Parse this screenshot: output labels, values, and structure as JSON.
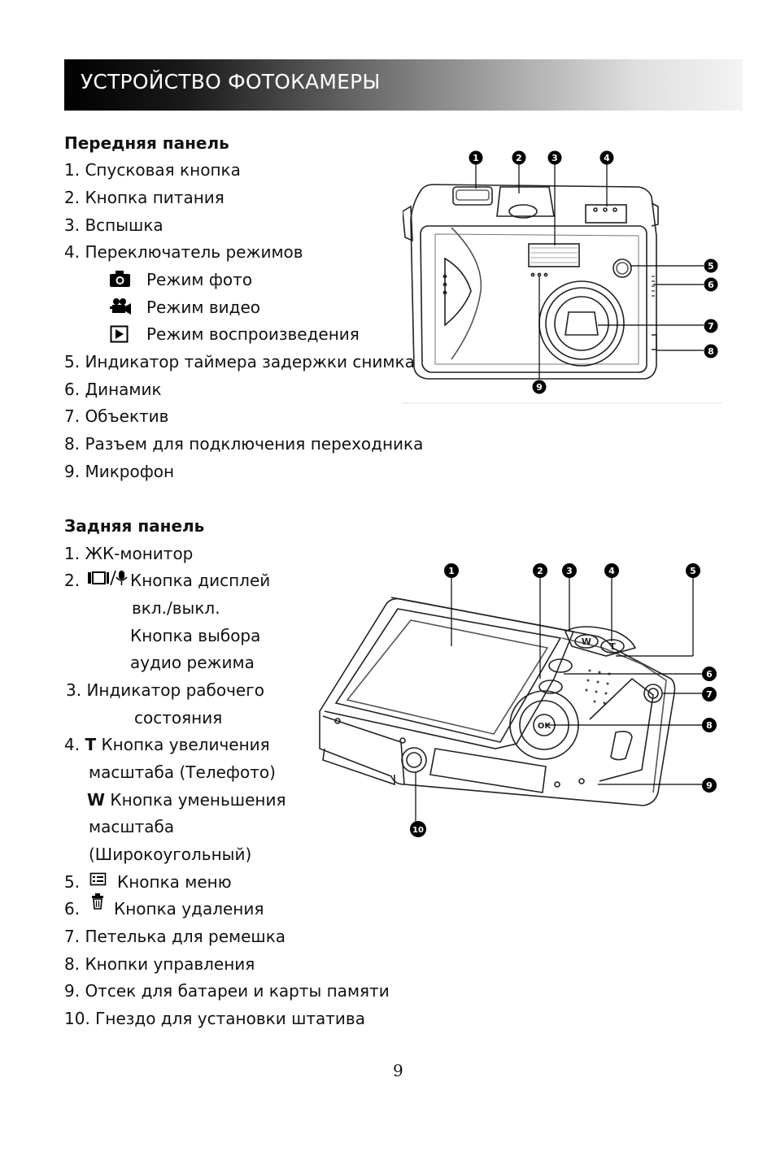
{
  "banner": {
    "title": "УСТРОЙСТВО ФОТОКАМЕРЫ"
  },
  "front": {
    "heading": "Передняя панель",
    "items": [
      "1. Спусковая кнопка",
      "2. Кнопка питания",
      "3. Вспышка",
      "4. Переключатель режимов",
      "5. Индикатор таймера задержки снимка",
      "6. Динамик",
      "7. Объектив",
      "8. Разъем для подключения переходника",
      "9. Микрофон"
    ],
    "modes": [
      {
        "icon": "camera-icon",
        "label": "Режим фото"
      },
      {
        "icon": "video-camera-icon",
        "label": "Режим видео"
      },
      {
        "icon": "playback-icon",
        "label": "Режим воспроизведения"
      }
    ],
    "callouts": [
      "1",
      "2",
      "3",
      "4",
      "5",
      "6",
      "7",
      "8",
      "9"
    ]
  },
  "back": {
    "heading": "Задняя панель",
    "l1": "1. ЖК-монитор",
    "l2_num": "2.",
    "l2_a": "Кнопка дисплей",
    "l2_b": "вкл./выкл.",
    "l2_c": "Кнопка выбора",
    "l2_d": "аудио режима",
    "l3_a": "3. Индикатор рабочего",
    "l3_b": "состояния",
    "l4_num": "4.",
    "l4_t": "T",
    "l4_a": "Кнопка увеличения",
    "l4_b": "масштаба (Телефото)",
    "l4_w": "W",
    "l4_c": "Кнопка уменьшения",
    "l4_d": "масштаба",
    "l4_e": "(Широкоугольный)",
    "l5_num": "5.",
    "l5": "Кнопка меню",
    "l6_num": "6.",
    "l6": "Кнопка удаления",
    "l7": "7. Петелька для ремешка",
    "l8": "8. Кнопки управления",
    "l9": "9. Отсек для батареи и карты памяти",
    "l10": "10. Гнездо для установки штатива",
    "callouts": [
      "1",
      "2",
      "3",
      "4",
      "5",
      "6",
      "7",
      "8",
      "9",
      "10"
    ],
    "button_labels": {
      "zoom_w": "W",
      "zoom_t": "T",
      "ok": "OK"
    }
  },
  "page_number": "9"
}
